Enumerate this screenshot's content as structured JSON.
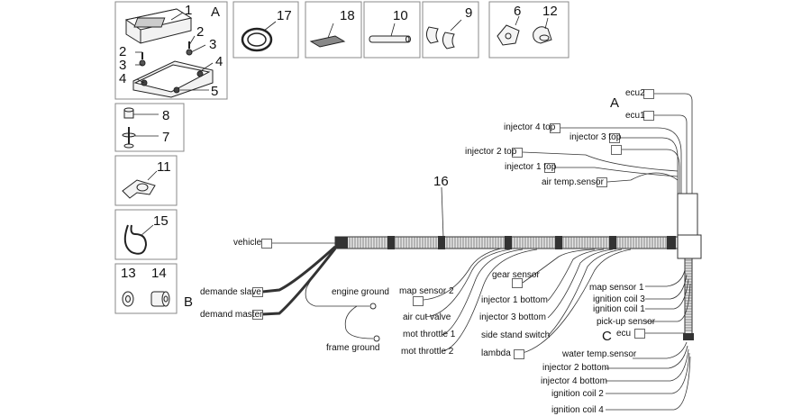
{
  "parts": {
    "ecu_num": "1",
    "letter_a": "A",
    "bolt_num_a": "2",
    "bolt_num_b": "2",
    "spacer_num_a": "3",
    "spacer_num_b": "3",
    "washer_num_a": "4",
    "washer_num_b": "4",
    "bracket_num": "5",
    "clip_6": "6",
    "clip_12": "12",
    "clip_9": "9",
    "tube_10": "10",
    "pad_18": "18",
    "grommet_17": "17",
    "nut_8": "8",
    "screw_7": "7",
    "clamp_11": "11",
    "clamp_15": "15",
    "rubber_13": "13",
    "bush_14": "14"
  },
  "harness": {
    "number_16": "16",
    "connector_a": "A",
    "connector_b": "B",
    "connector_c": "C",
    "ecu2": "ecu2",
    "ecu1": "ecu1",
    "injector_4_top": "injector 4 top",
    "injector_3_top": "injector 3 top",
    "injector_2_top": "injector 2 top",
    "injector_1_top": "injector 1 top",
    "air_temp_sensor": "air temp.sensor",
    "vehicle": "vehicle",
    "demande_slave": "demande slave",
    "demand_master": "demand master",
    "engine_ground": "engine ground",
    "frame_ground": "frame ground",
    "map_sensor_2": "map sensor 2",
    "air_cut_valve": "air cut valve",
    "mot_throttle_1": "mot throttle 1",
    "mot_throttle_2": "mot throttle 2",
    "gear_sensor": "gear sensor",
    "injector_1_bottom": "injector 1 bottom",
    "injector_3_bottom": "injector 3 bottom",
    "side_stand_switch": "side stand switch",
    "lambda": "lambda",
    "map_sensor_1": "map sensor 1",
    "ignition_coil_3": "ignition coil 3",
    "ignition_coil_1": "ignition coil 1",
    "pick_up_sensor": "pick-up sensor",
    "ecu": "ecu",
    "water_temp_sensor": "water temp.sensor",
    "injector_2_bottom": "injector 2 bottom",
    "injector_4_bottom": "injector 4 bottom",
    "ignition_coil_2": "ignition coil 2",
    "ignition_coil_4": "ignition coil 4"
  }
}
